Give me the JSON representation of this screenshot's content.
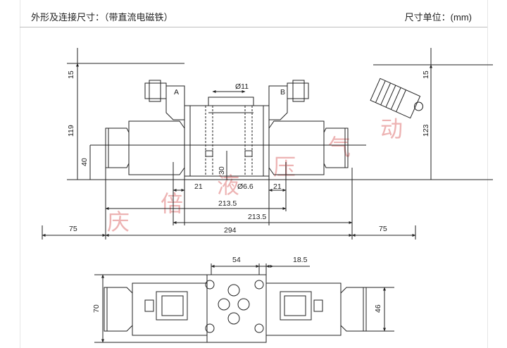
{
  "header": {
    "title": "外形及连接尺寸：（带直流电磁铁）",
    "unit": "尺寸单位：(mm)"
  },
  "diagram": {
    "labels": {
      "coil_a": "A",
      "coil_b": "B",
      "port_dia": "Ø11",
      "hole_dia": "Ø6.6"
    },
    "dims": {
      "h15_left": "15",
      "h119": "119",
      "h40": "40",
      "h30": "30",
      "h15_right": "15",
      "h123": "123",
      "w21_left": "21",
      "w21_right": "21",
      "w213_5_a": "213.5",
      "w213_5_b": "213.5",
      "w75_left": "75",
      "w294": "294",
      "w75_right": "75",
      "w54": "54",
      "w18_5": "18.5",
      "h70": "70",
      "h46": "46"
    },
    "watermark": [
      "庆",
      "倍",
      "液",
      "压",
      "气",
      "动"
    ]
  }
}
